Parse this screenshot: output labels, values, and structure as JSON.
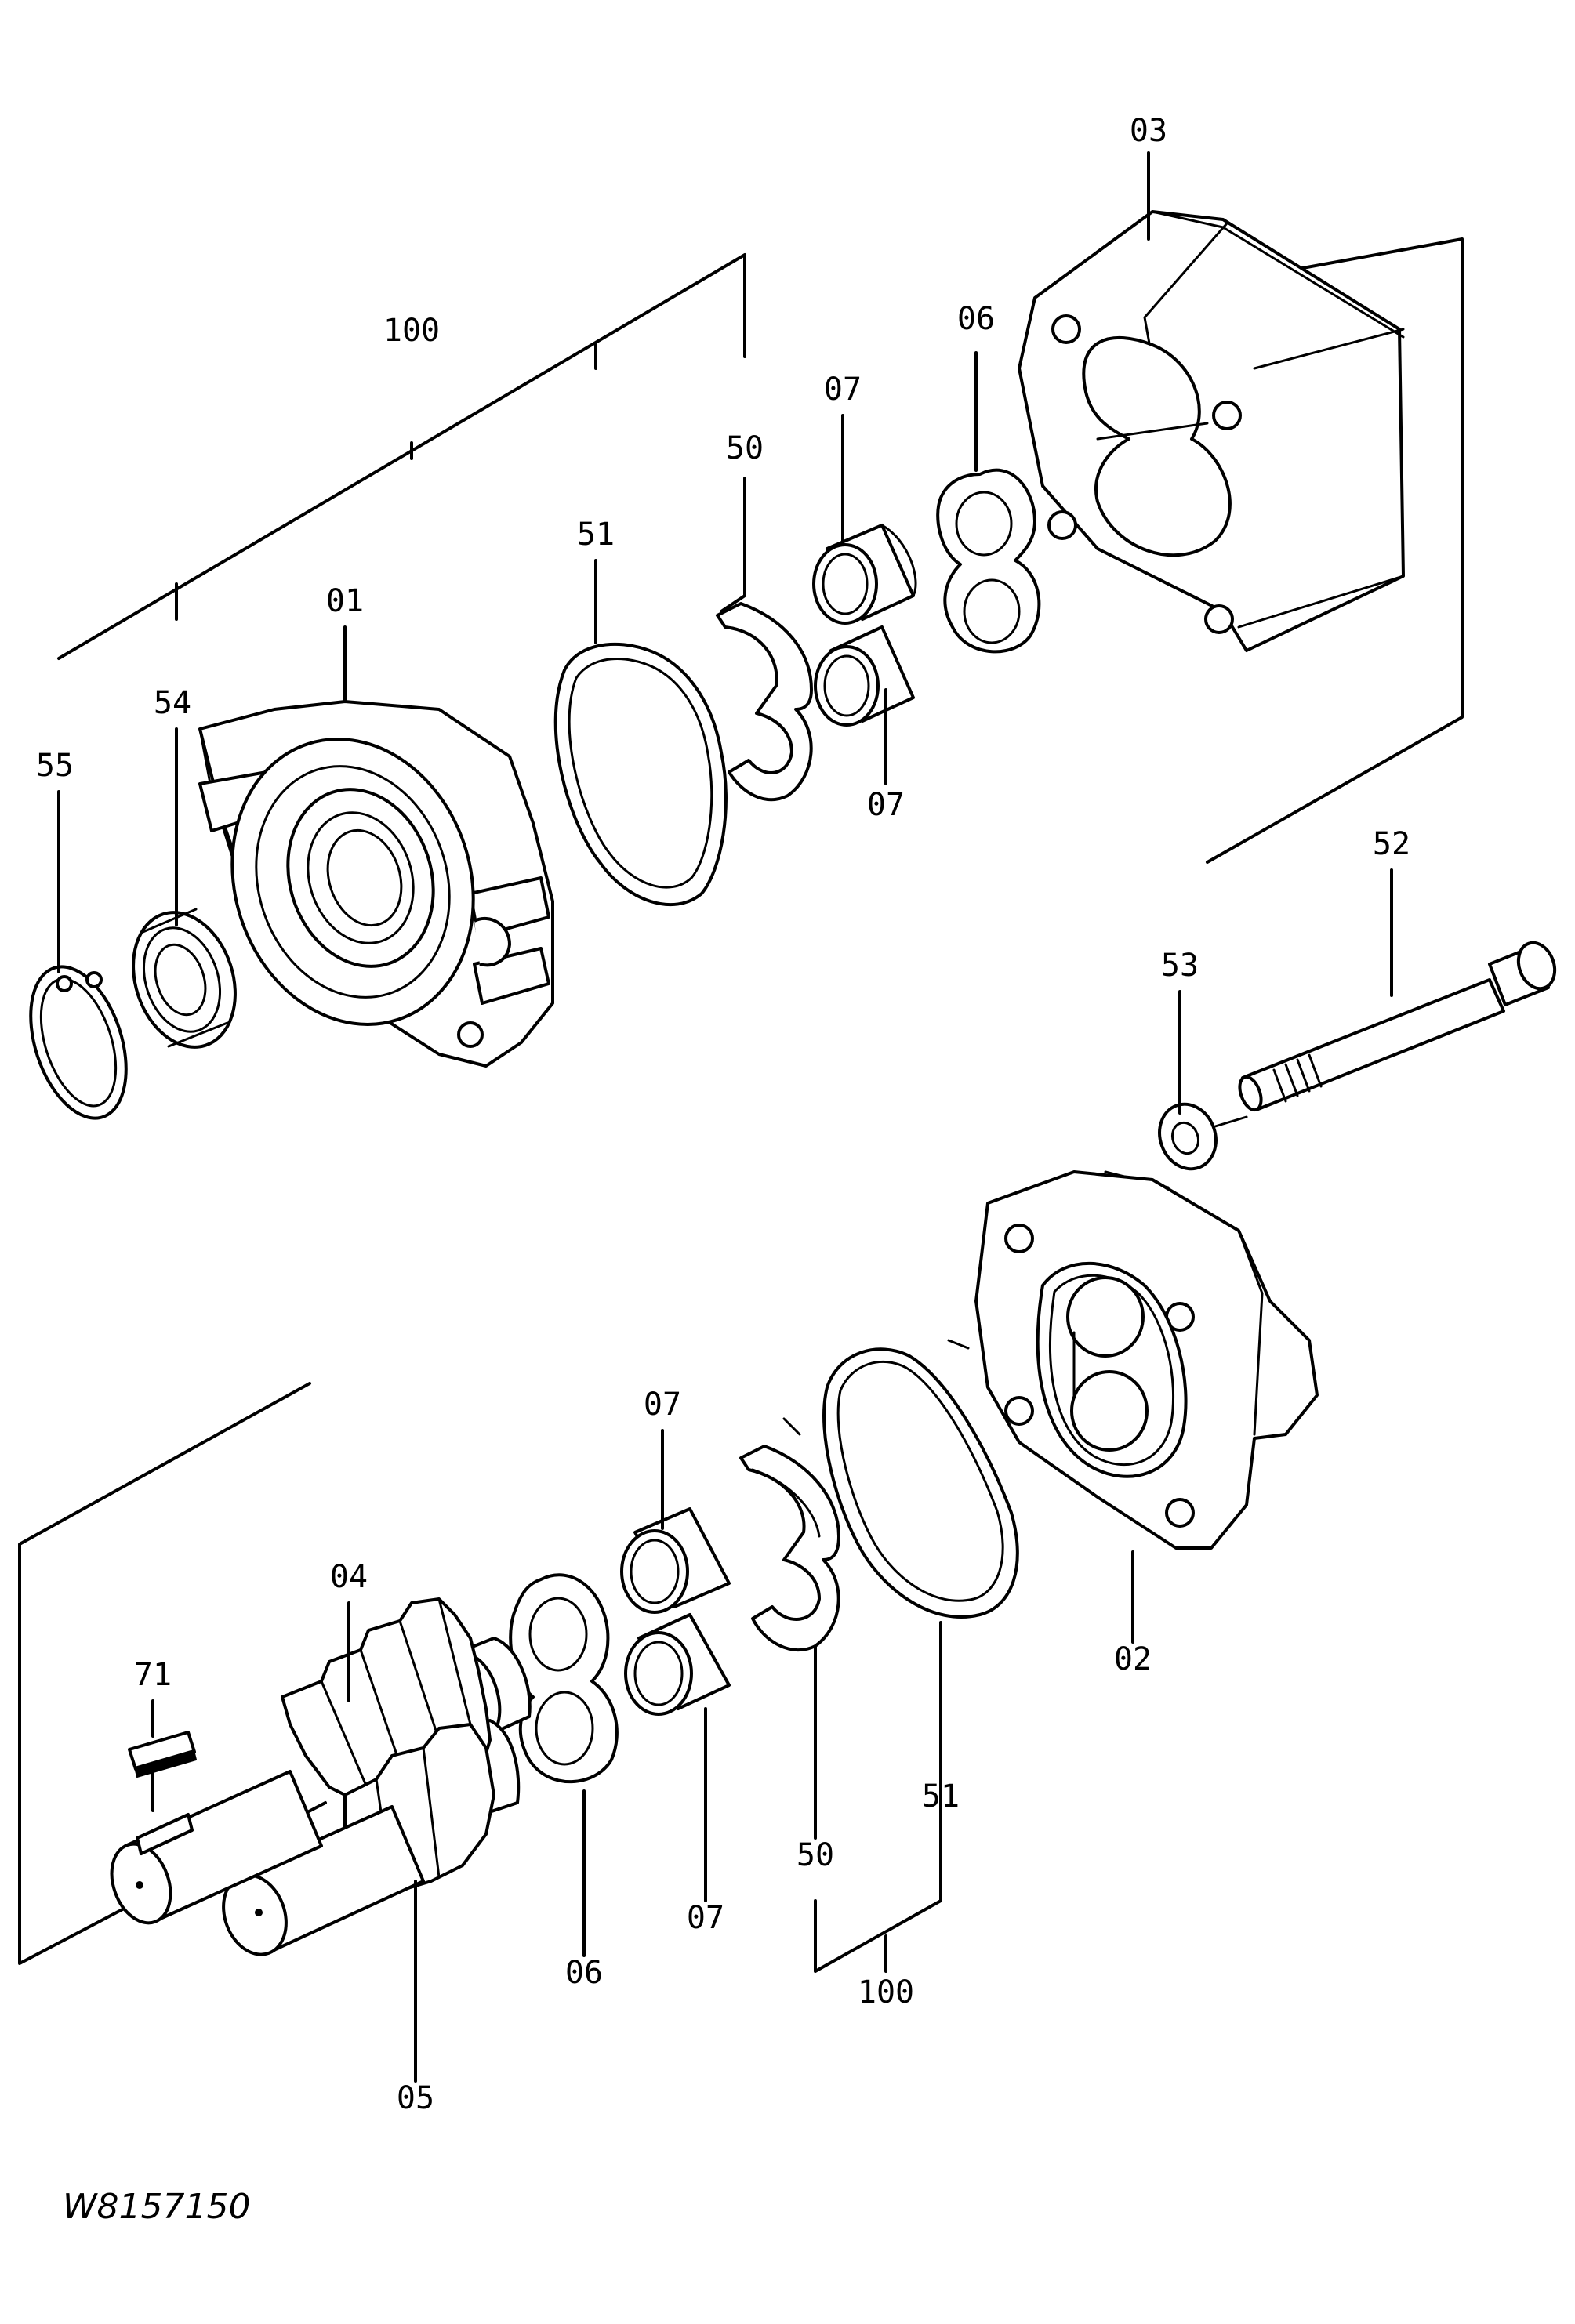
{
  "drawing_code": "W8157150",
  "callouts": {
    "c01": "01",
    "c02": "02",
    "c03": "03",
    "c04": "04",
    "c05": "05",
    "c06_top": "06",
    "c06_bottom": "06",
    "c07_top_a": "07",
    "c07_top_b": "07",
    "c07_bottom_a": "07",
    "c07_bottom_b": "07",
    "c50_top": "50",
    "c50_bottom": "50",
    "c51_top": "51",
    "c51_bottom": "51",
    "c52": "52",
    "c53": "53",
    "c54": "54",
    "c55": "55",
    "c71": "71",
    "c100_top": "100",
    "c100_bottom": "100"
  }
}
